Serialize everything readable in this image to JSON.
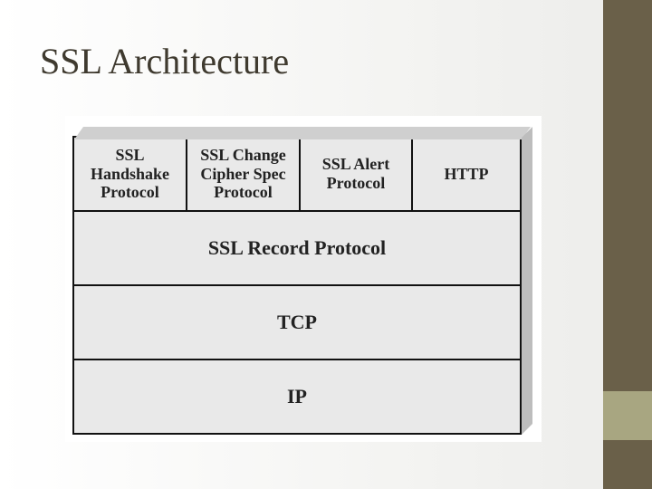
{
  "slide": {
    "title": "SSL Architecture"
  },
  "diagram": {
    "top_row": [
      {
        "label_lines": [
          "SSL",
          "Handshake",
          "Protocol"
        ]
      },
      {
        "label_lines": [
          "SSL Change",
          "Cipher Spec",
          "Protocol"
        ]
      },
      {
        "label_lines": [
          "SSL Alert",
          "Protocol"
        ]
      },
      {
        "label_lines": [
          "HTTP"
        ]
      }
    ],
    "record_layer": "SSL Record Protocol",
    "transport_layer": "TCP",
    "network_layer": "IP"
  },
  "colors": {
    "sidebar": "#6a6049",
    "sidebar_accent": "#a8a681",
    "layer_fill": "#e9e9e9",
    "title_text": "#3f3a2f"
  }
}
